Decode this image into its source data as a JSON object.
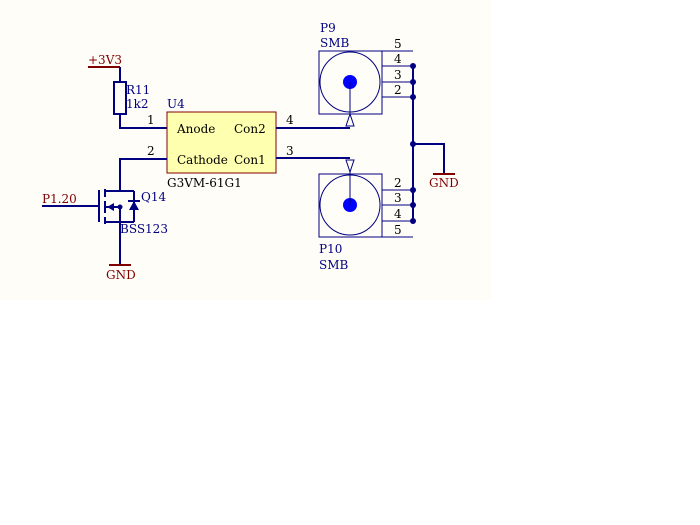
{
  "colors": {
    "sheet": "#fffdf8",
    "wire": "#000080",
    "power": "#800000",
    "ic_fill": "#ffffb0",
    "ic_border": "#800000",
    "junction": "#000080",
    "connector_center": "#0000ff"
  },
  "power": {
    "vcc": "+3V3",
    "gnd_left": "GND",
    "gnd_right": "GND"
  },
  "net_labels": {
    "input": "P1.20"
  },
  "r11": {
    "designator": "R11",
    "value": "1k2"
  },
  "u4": {
    "designator": "U4",
    "part": "G3VM-61G1",
    "pin_anode": "Anode",
    "pin_cathode": "Cathode",
    "pin_con2": "Con2",
    "pin_con1": "Con1",
    "pin1": "1",
    "pin2": "2",
    "pin3": "3",
    "pin4": "4"
  },
  "q14": {
    "designator": "Q14",
    "part": "BSS123"
  },
  "p9": {
    "designator": "P9",
    "part": "SMB",
    "pins": [
      "5",
      "4",
      "3",
      "2"
    ]
  },
  "p10": {
    "designator": "P10",
    "part": "SMB",
    "pins": [
      "2",
      "3",
      "4",
      "5"
    ]
  }
}
